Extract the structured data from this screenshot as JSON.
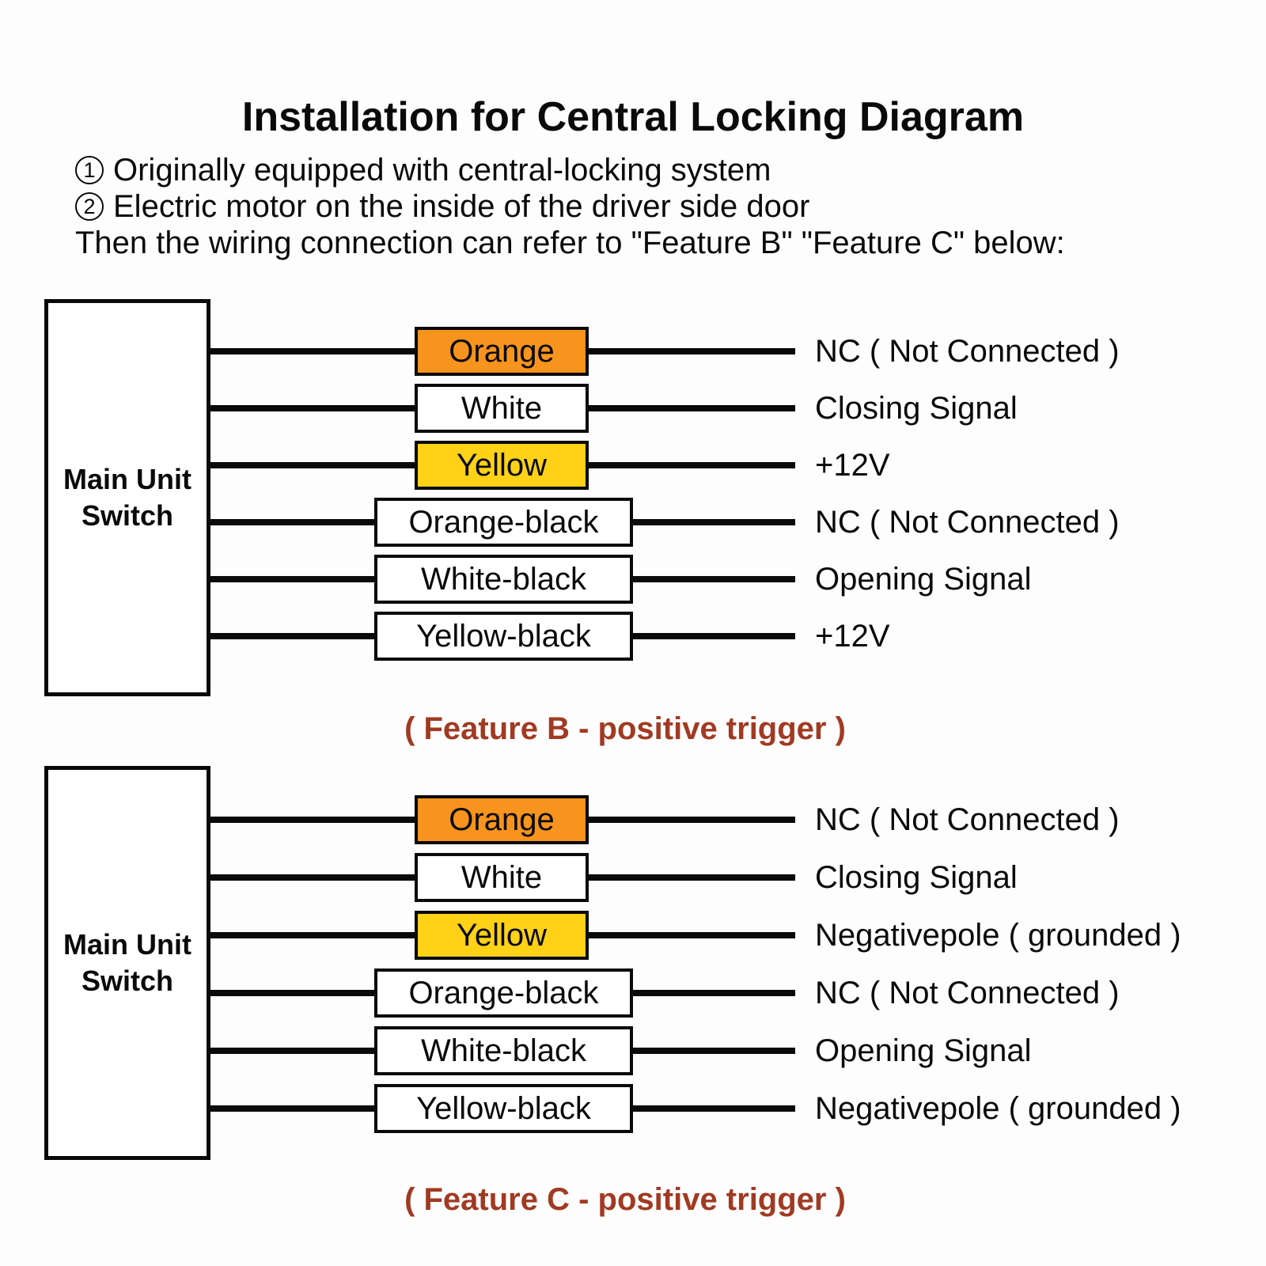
{
  "title": "Installation for Central Locking Diagram",
  "intro": {
    "items": [
      {
        "num": "1",
        "text": "Originally equipped with central-locking system"
      },
      {
        "num": "2",
        "text": "Electric motor on the inside of the driver side door"
      },
      {
        "num": "",
        "text": "Then the wiring connection can refer to \"Feature B\" \"Feature C\" below:"
      }
    ]
  },
  "colors": {
    "orange": "#F7941E",
    "yellow": "#FFD117",
    "caption": "#A13A22",
    "line": "#0A0A0A"
  },
  "features": [
    {
      "name": "Feature B",
      "switch_label": [
        "Main Unit",
        "Switch"
      ],
      "caption": "( Feature B - positive trigger )",
      "wires": [
        {
          "name": "Orange",
          "fill": "orange",
          "signal": "NC ( Not Connected )"
        },
        {
          "name": "White",
          "fill": "white",
          "signal": "Closing Signal"
        },
        {
          "name": "Yellow",
          "fill": "yellow",
          "signal": "+12V"
        },
        {
          "name": "Orange-black",
          "fill": "white",
          "signal": "NC ( Not Connected )"
        },
        {
          "name": "White-black",
          "fill": "white",
          "signal": "Opening Signal"
        },
        {
          "name": "Yellow-black",
          "fill": "white",
          "signal": "+12V"
        }
      ]
    },
    {
      "name": "Feature C",
      "switch_label": [
        "Main Unit",
        "Switch"
      ],
      "caption": "( Feature C - positive trigger )",
      "wires": [
        {
          "name": "Orange",
          "fill": "orange",
          "signal": "NC ( Not Connected )"
        },
        {
          "name": "White",
          "fill": "white",
          "signal": "Closing Signal"
        },
        {
          "name": "Yellow",
          "fill": "yellow",
          "signal": "Negativepole ( grounded )"
        },
        {
          "name": "Orange-black",
          "fill": "white",
          "signal": "NC ( Not Connected )"
        },
        {
          "name": "White-black",
          "fill": "white",
          "signal": "Opening Signal"
        },
        {
          "name": "Yellow-black",
          "fill": "white",
          "signal": "Negativepole ( grounded )"
        }
      ]
    }
  ]
}
